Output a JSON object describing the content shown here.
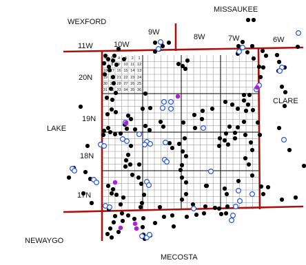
{
  "county_labels": {
    "wexford": "WEXFORD",
    "missaukee": "MISSAUKEE",
    "lake": "LAKE",
    "clare": "CLARE",
    "newaygo": "NEWAYGO",
    "mecosta": "MECOSTA"
  },
  "range_labels": [
    "11W",
    "10W",
    "9W",
    "8W",
    "7W",
    "6W"
  ],
  "township_labels": [
    "20N",
    "19N",
    "18N",
    "17N"
  ],
  "section_numbers": [
    [
      6,
      5,
      4,
      3,
      2,
      1
    ],
    [
      7,
      8,
      9,
      10,
      11,
      12
    ],
    [
      18,
      17,
      16,
      15,
      14,
      13
    ],
    [
      19,
      20,
      21,
      22,
      23,
      24
    ],
    [
      30,
      29,
      28,
      27,
      26,
      25
    ],
    [
      31,
      32,
      33,
      34,
      35,
      36
    ]
  ],
  "legend_symbols": {
    "filled_black": "#000000",
    "open_blue": "#2255dd",
    "filled_purple": "#aa22dd"
  },
  "colors": {
    "county_border": "#aa1111",
    "township_line": "#000000",
    "section_grid": "#888888"
  }
}
